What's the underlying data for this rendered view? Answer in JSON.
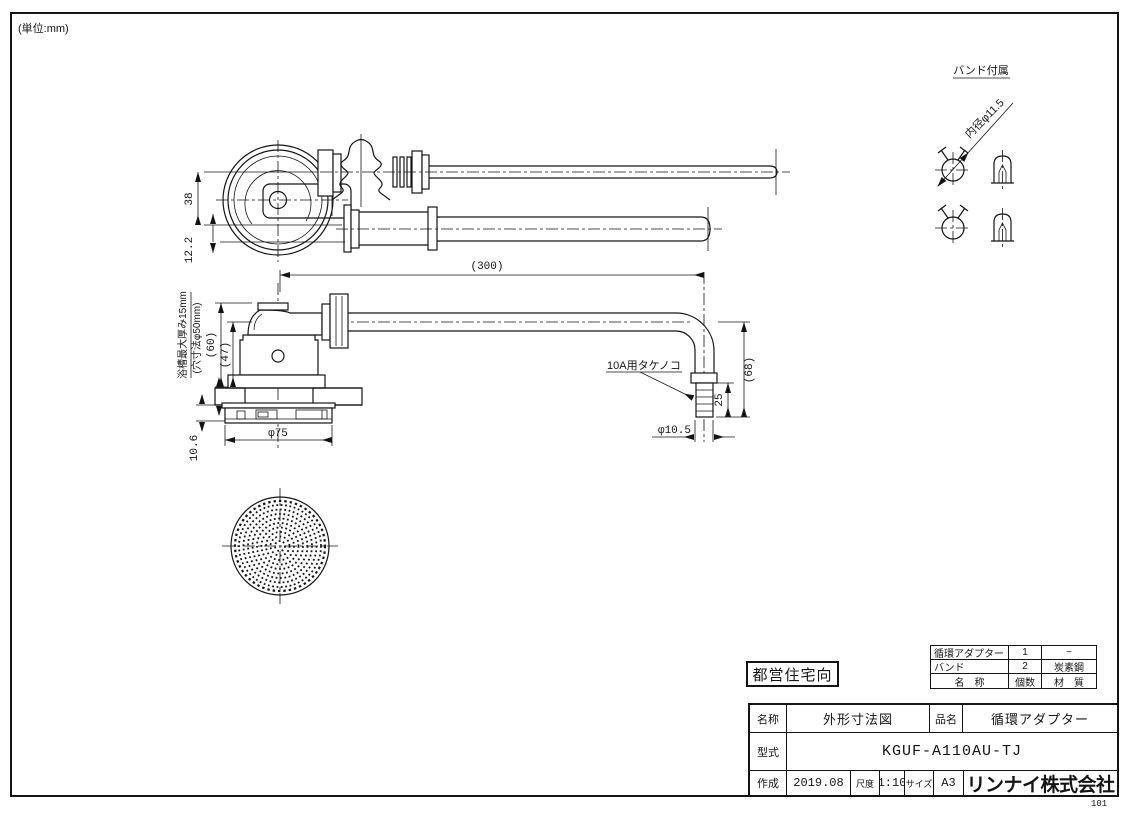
{
  "sheet": {
    "unit_note": "(単位:mm)",
    "form_number": "101"
  },
  "band_detail": {
    "title": "バンド付属",
    "inner_diameter": "内径φ11.5"
  },
  "top_view": {
    "dim_pipe_pitch": "38",
    "dim_offset": "12.2"
  },
  "side_view": {
    "dim_length": "(300)",
    "dim_height": "(60)",
    "dim_pipe_height": "(47)",
    "label_wall_thickness": "浴槽最大厚み15mm",
    "label_hole_size": "(穴寸法φ50mm)",
    "dim_flange_dia": "φ75",
    "dim_protrusion": "10.6",
    "label_barb": "10A用タケノコ",
    "dim_barb_len": "25",
    "dim_drop": "(68)",
    "dim_barb_dia": "φ10.5"
  },
  "stamp": "都営住宅向",
  "parts_table": {
    "rows": [
      {
        "name": "循環アダプター",
        "qty": "1",
        "material": "−"
      },
      {
        "name": "バンド",
        "qty": "2",
        "material": "炭素鋼"
      }
    ],
    "header": {
      "name": "名　称",
      "qty": "個数",
      "material": "材　質"
    }
  },
  "title_block": {
    "name_label": "名称",
    "name_value": "外形寸法図",
    "product_label": "品名",
    "product_value": "循環アダプター",
    "model_label": "型式",
    "model_value": "KGUF-A110AU-TJ",
    "created_label": "作成",
    "created_value": "2019.08",
    "scale_label": "尺度",
    "scale_value": "1:10",
    "size_label": "サイズ",
    "size_value": "A3",
    "company": "リンナイ株式会社"
  }
}
